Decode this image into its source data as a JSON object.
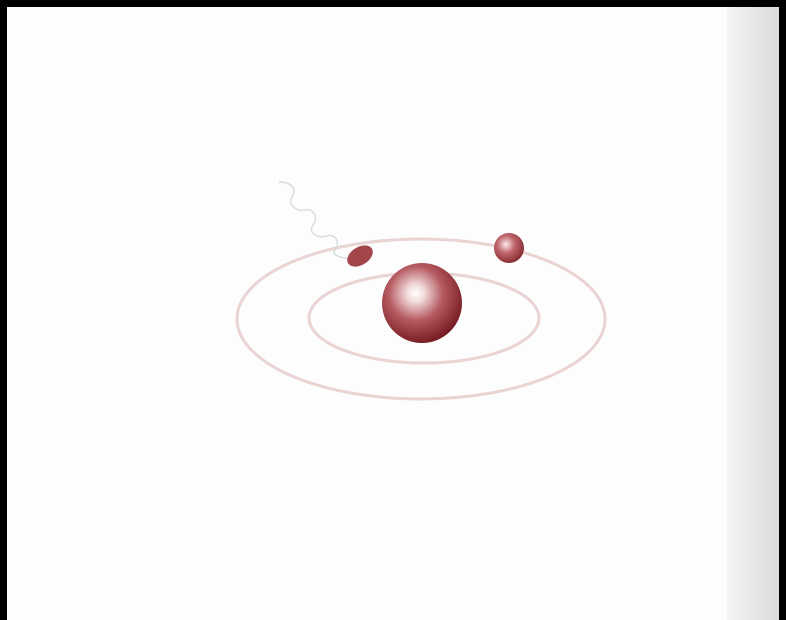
{
  "colors": {
    "frame": "#000000",
    "background": "#fdfdfd",
    "orbit": "#e8cfcf",
    "nucleus": "#8c2a30",
    "electron": "#9a3a40",
    "photon_trail": "#dadada"
  },
  "diagram": {
    "subject": "atom-model",
    "orbit_count": 2,
    "electron_count": 2
  }
}
